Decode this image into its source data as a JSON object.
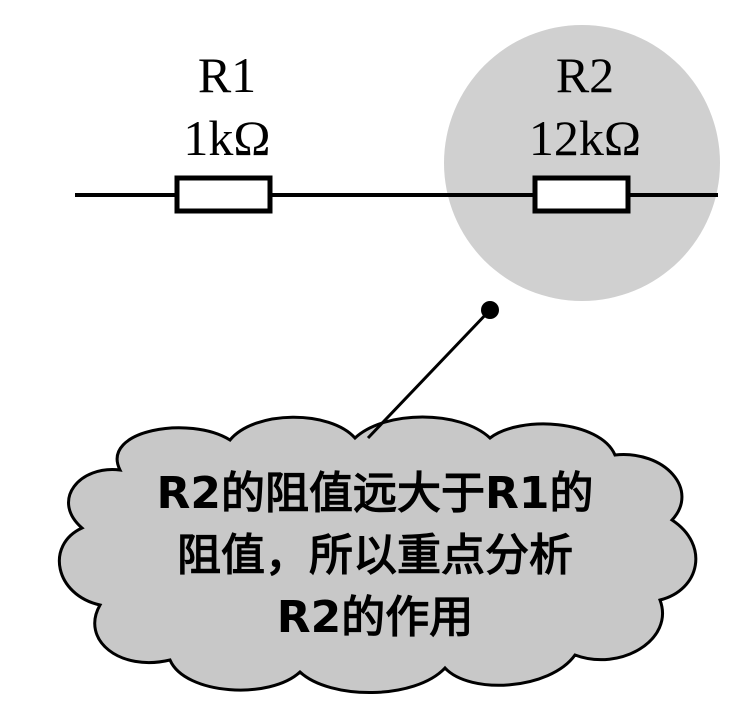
{
  "diagram": {
    "resistor1": {
      "name": "R1",
      "value": "1kΩ"
    },
    "resistor2": {
      "name": "R2",
      "value": "12kΩ"
    },
    "note": {
      "line1": "R2的阻值远大于R1的",
      "line2": "阻值，所以重点分析",
      "line3": "R2的作用"
    },
    "colors": {
      "wire": "#000000",
      "highlight": "#d0d0d0",
      "cloud": "#c8c8c8",
      "stroke": "#000000"
    }
  }
}
